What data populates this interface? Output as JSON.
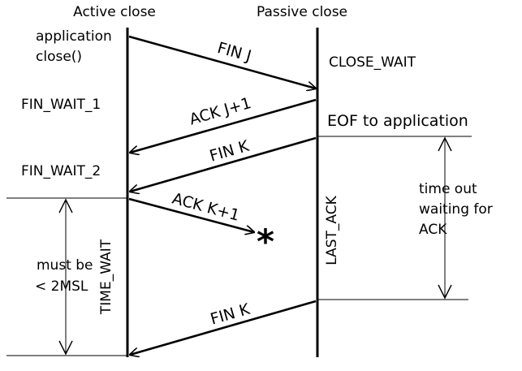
{
  "headers": {
    "active": "Active close",
    "passive": "Passive close"
  },
  "labels": {
    "app_close_1": "application",
    "app_close_2": "close()",
    "close_wait": "CLOSE_WAIT",
    "fin_wait_1": "FIN_WAIT_1",
    "fin_wait_2": "FIN_WAIT_2",
    "eof": "EOF to application",
    "last_ack": "LAST_ACK",
    "time_wait": "TIME_WAIT",
    "must_be_1": "must be",
    "must_be_2": "< 2MSL",
    "timeout_1": "time out",
    "timeout_2": "waiting for",
    "timeout_3": "ACK",
    "lost_marker": "*"
  },
  "messages": {
    "fin_j": "FIN J",
    "ack_j1": "ACK J+1",
    "fin_k": "FIN K",
    "ack_k1": "ACK K+1",
    "fin_k_retx": "FIN K"
  }
}
